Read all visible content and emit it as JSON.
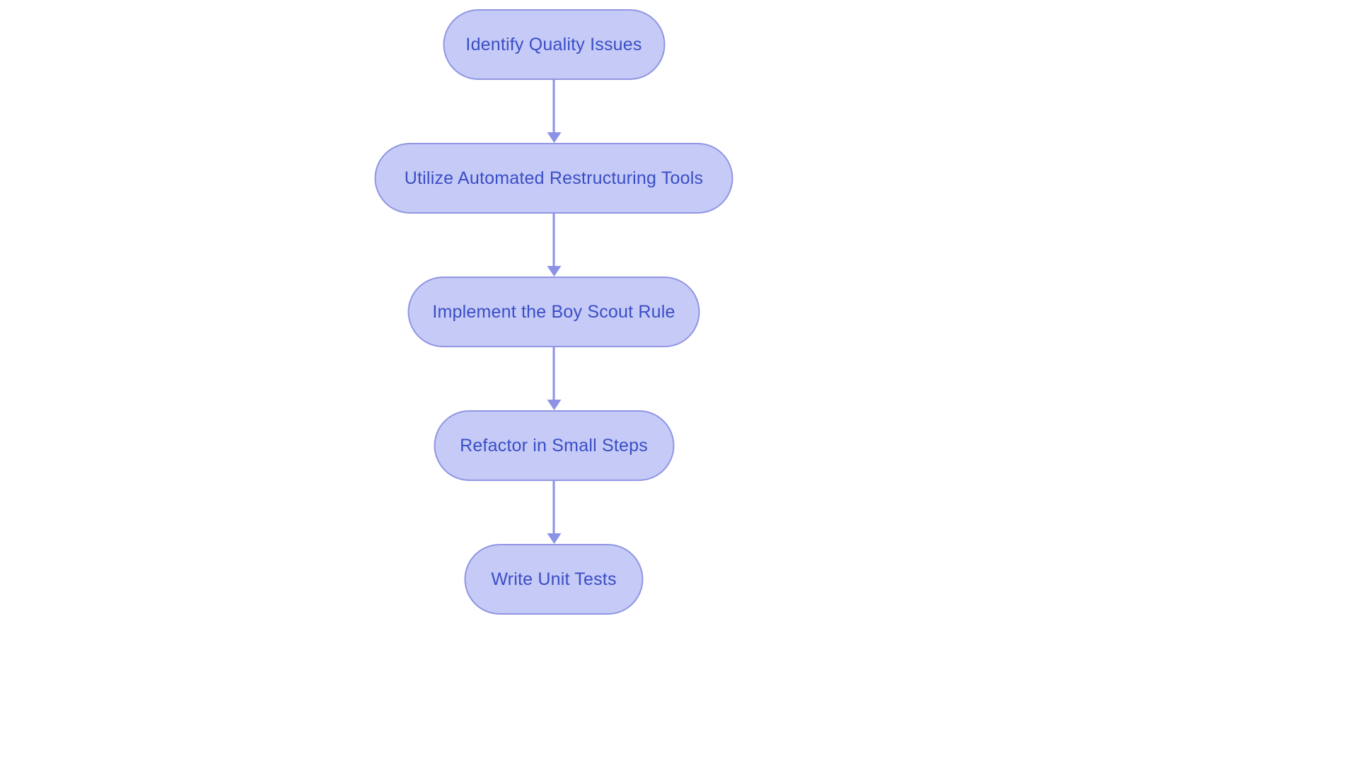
{
  "diagram": {
    "type": "flowchart",
    "direction": "top-down",
    "nodes": [
      {
        "id": "step-1",
        "label": "Identify Quality Issues"
      },
      {
        "id": "step-2",
        "label": "Utilize Automated Restructuring Tools"
      },
      {
        "id": "step-3",
        "label": "Implement the Boy Scout Rule"
      },
      {
        "id": "step-4",
        "label": "Refactor in Small Steps"
      },
      {
        "id": "step-5",
        "label": "Write Unit Tests"
      }
    ],
    "edges": [
      {
        "from": "step-1",
        "to": "step-2"
      },
      {
        "from": "step-2",
        "to": "step-3"
      },
      {
        "from": "step-3",
        "to": "step-4"
      },
      {
        "from": "step-4",
        "to": "step-5"
      }
    ],
    "colors": {
      "node_fill": "#c5caf7",
      "node_border": "#9096e2",
      "text": "#3a4ec5",
      "arrow": "#8c92e6",
      "background": "#ffffff"
    }
  }
}
